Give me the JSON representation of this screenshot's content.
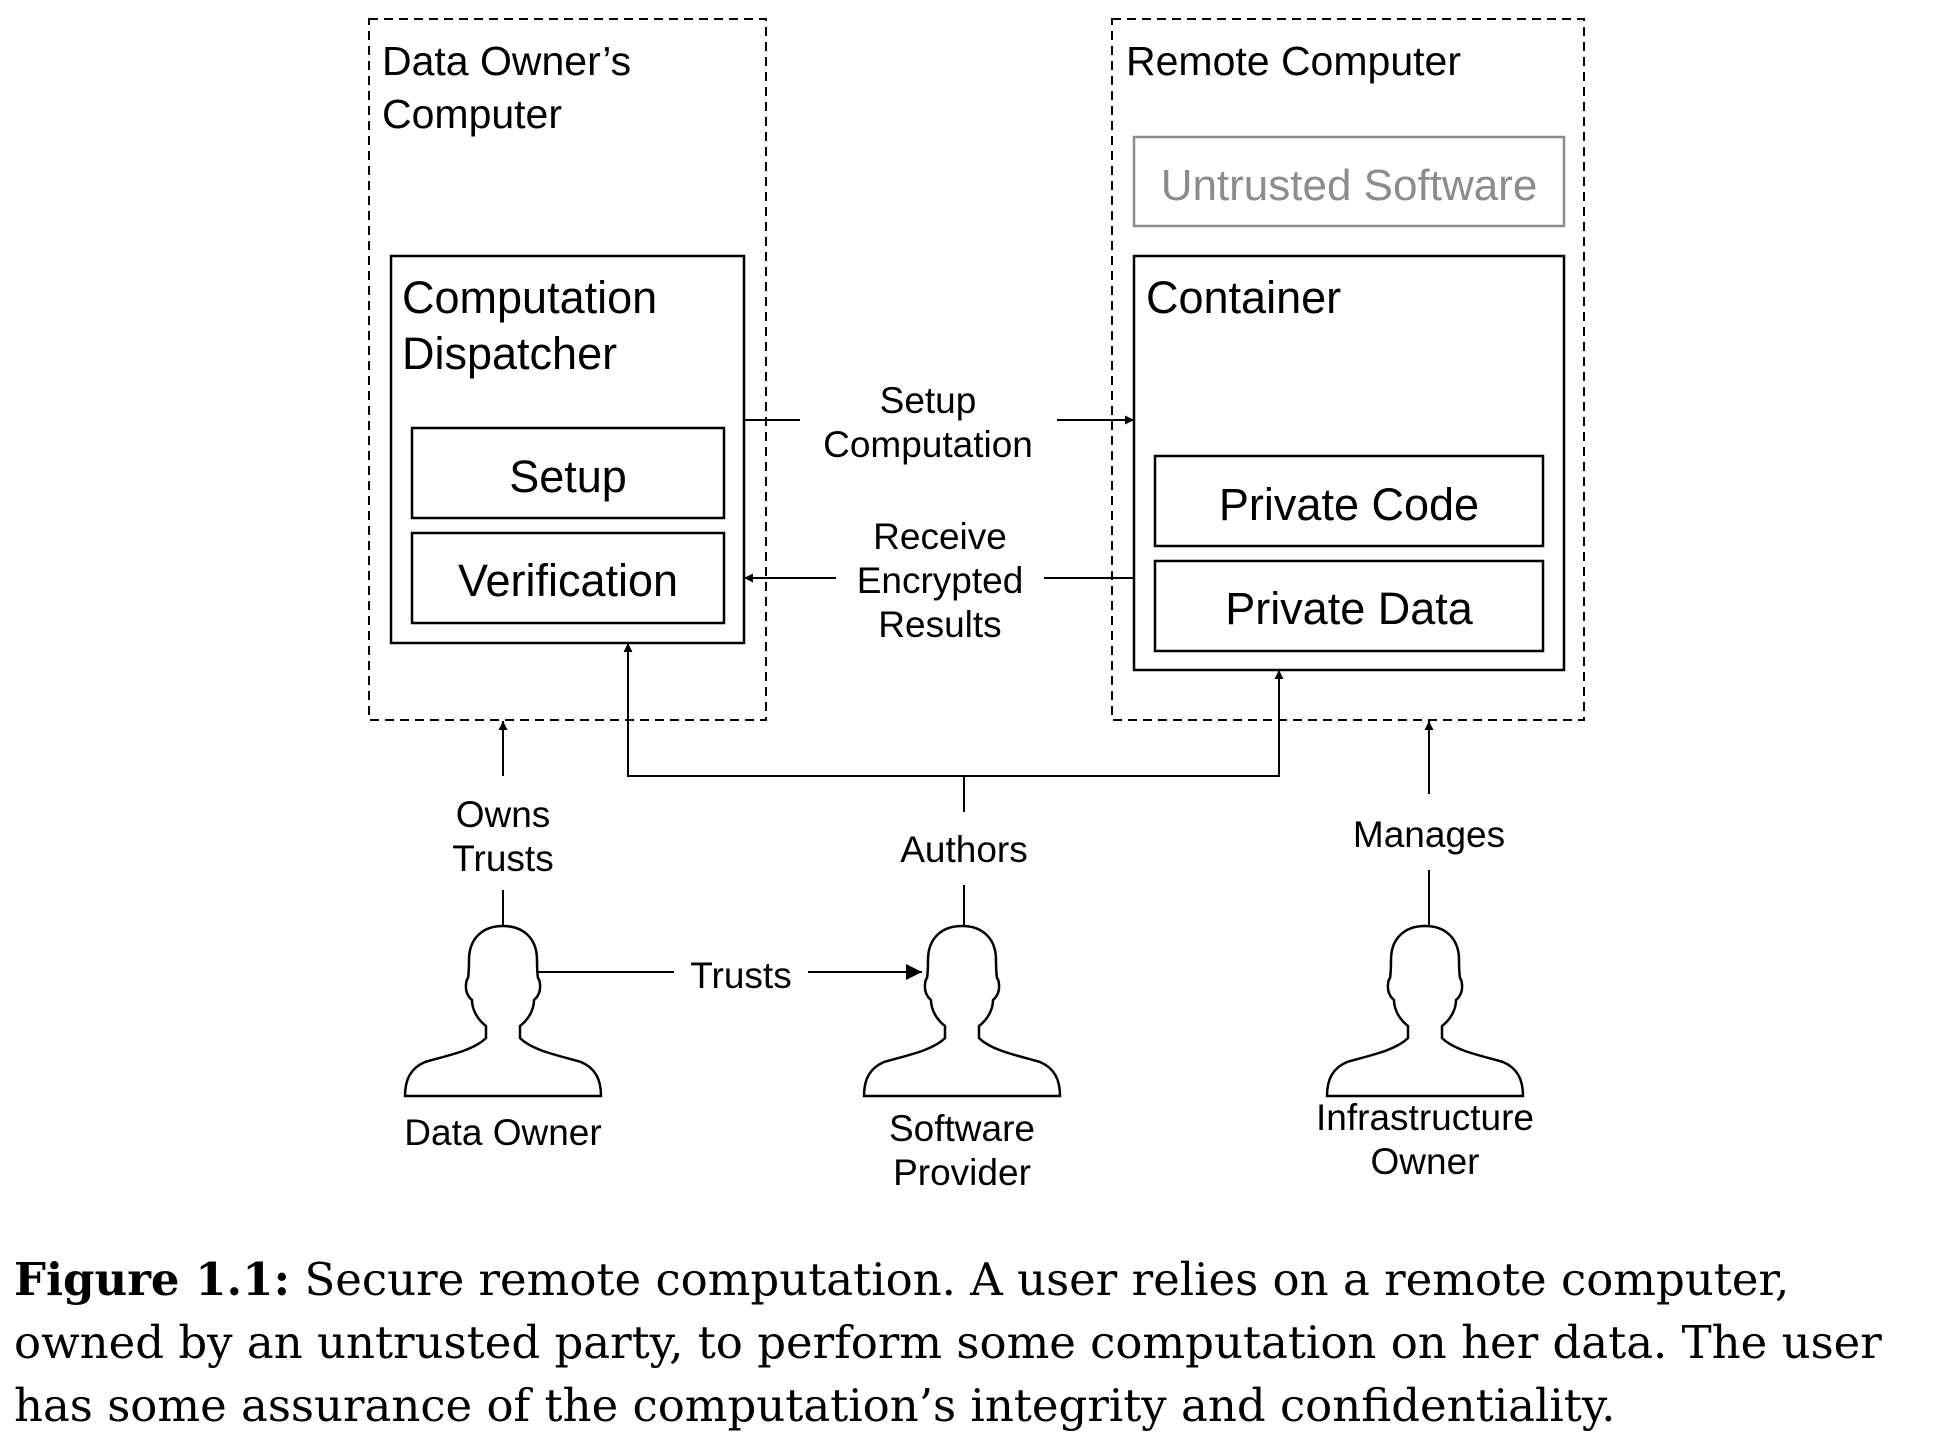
{
  "colors": {
    "ink": "#000000",
    "muted": "#8c8c8c",
    "background": "#ffffff"
  },
  "boundaries": {
    "owner_computer": {
      "line1": "Data Owner’s",
      "line2": "Computer"
    },
    "remote_computer": {
      "label": "Remote Computer"
    }
  },
  "boxes": {
    "untrusted_software": "Untrusted Software",
    "dispatcher": {
      "line1": "Computation",
      "line2": "Dispatcher"
    },
    "setup": "Setup",
    "verification": "Verification",
    "container": "Container",
    "private_code": "Private Code",
    "private_data": "Private Data"
  },
  "edges": {
    "setup_computation": {
      "line1": "Setup",
      "line2": "Computation"
    },
    "receive_results": {
      "line1": "Receive",
      "line2": "Encrypted",
      "line3": "Results"
    },
    "owns_trusts": {
      "line1": "Owns",
      "line2": "Trusts"
    },
    "authors": "Authors",
    "manages": "Manages",
    "trusts": "Trusts"
  },
  "actors": {
    "data_owner": "Data Owner",
    "software_provider": {
      "line1": "Software",
      "line2": "Provider"
    },
    "infrastructure_owner": {
      "line1": "Infrastructure",
      "line2": "Owner"
    }
  },
  "caption": {
    "label": "Figure 1.1:",
    "text": " Secure remote computation. A user relies on a remote computer, owned by an untrusted party, to perform some computation on her data. The user has some assurance of the computation’s integrity and confidentiality."
  }
}
